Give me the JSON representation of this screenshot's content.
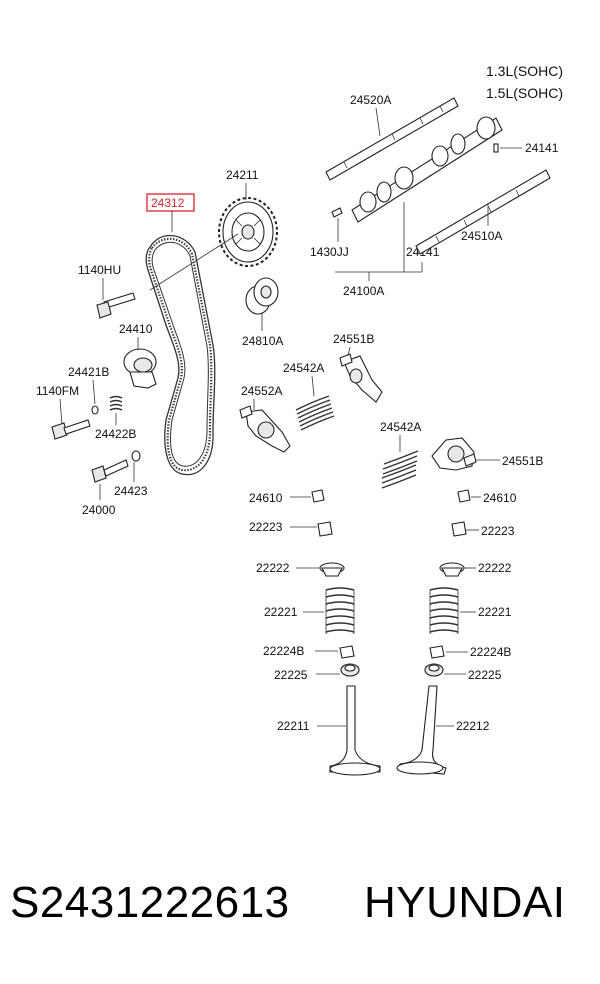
{
  "header": {
    "engine_line_1": "1.3L(SOHC)",
    "engine_line_2": "1.5L(SOHC)"
  },
  "highlight_color": "#d9232e",
  "parts": {
    "belt": "24312",
    "camshaft_sprocket": "24211",
    "bolt_1140hu": "1140HU",
    "tensioner": "24410",
    "part_24421b": "24421B",
    "bolt_1140fm": "1140FM",
    "spring_24422b": "24422B",
    "washer_24423": "24423",
    "bolt_24000": "24000",
    "idler_24810a": "24810A",
    "rocker_shaft_24520a": "24520A",
    "rocker_shaft_24510a": "24510A",
    "plug_24141_top": "24141",
    "plug_24141_bottom": "24141",
    "key_1430jj": "1430JJ",
    "camshaft_24100a": "24100A",
    "rocker_arm_24551b_top": "24551B",
    "rocker_arm_24551b_right": "24551B",
    "spring_24542a_left": "24542A",
    "spring_24542a_right": "24542A",
    "rocker_arm_24552a": "24552A",
    "adjuster_24610_left": "24610",
    "adjuster_24610_right": "24610",
    "seal_22223_left": "22223",
    "seal_22223_right": "22223",
    "retainer_22222_left": "22222",
    "retainer_22222_right": "22222",
    "spring_22221_left": "22221",
    "spring_22221_right": "22221",
    "seat_22224b_left": "22224B",
    "seat_22224b_right": "22224B",
    "cotter_22225_left": "22225",
    "cotter_22225_right": "22225",
    "valve_22211": "22211",
    "valve_22212": "22212"
  },
  "footer": {
    "part_number": "S2431222613",
    "brand": "HYUNDAI"
  }
}
